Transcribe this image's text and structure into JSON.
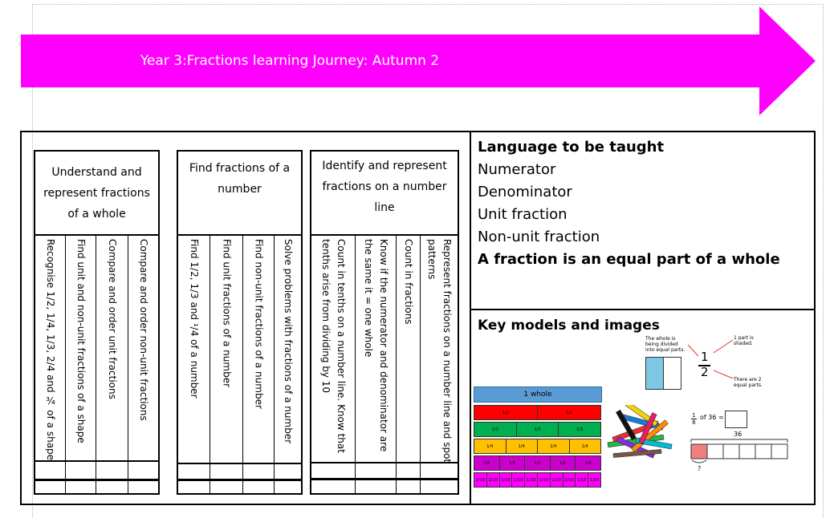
{
  "banner": {
    "title": "Year 3:Fractions learning Journey: Autumn 2",
    "color": "#ff00ff"
  },
  "blocks": [
    {
      "heading": "Understand and represent fractions of a whole",
      "columns": [
        "Recognise 1/2, 1/4, 1/3, 2/4 and ¾ of a shape",
        "Find unit and non-unit fractions of a shape",
        "Compare and order unit fractions",
        "Compare and order non-unit fractions"
      ]
    },
    {
      "heading": "Find fractions of a number",
      "columns": [
        "Find 1/2, 1/3 and ¹/4 of a number",
        "Find unit fractions of a number",
        "Find non-unit fractions of a number",
        "Solve problems with fractions of a number"
      ]
    },
    {
      "heading": "Identify and represent fractions on a number line",
      "columns": [
        "Count in tenths on a number line. Know that tenths arise from dividing by 10",
        "Know if the numerator and denominator are the same it = one whole",
        "Count in fractions",
        "Represent fractions on a number line and spot patterns"
      ]
    }
  ],
  "language": {
    "heading": "Language to be taught",
    "terms": [
      "Numerator",
      "Denominator",
      "Unit fraction",
      "Non-unit fraction"
    ],
    "statement": "A fraction is an equal part of a whole"
  },
  "models": {
    "heading": "Key models and images",
    "fraction_wall": {
      "whole_label": "1 whole",
      "rows": [
        {
          "label": "1/2",
          "parts": 2,
          "color": "#ff0000"
        },
        {
          "label": "1/3",
          "parts": 3,
          "color": "#00b050"
        },
        {
          "label": "1/4",
          "parts": 4,
          "color": "#ffc000"
        },
        {
          "label": "1/5",
          "parts": 5,
          "color": "#cc00cc"
        },
        {
          "label": "1/10",
          "parts": 10,
          "color": "#ff00ff"
        }
      ],
      "whole_color": "#5b9bd5"
    },
    "annotated_fraction": {
      "note_left": "The whole is being divided into equal parts.",
      "note_top": "1 part is shaded.",
      "note_bottom": "There are 2 equal parts.",
      "numerator": "1",
      "denominator": "2"
    },
    "bar_model": {
      "question": "of 36 =",
      "fraction_num": "1",
      "fraction_den": "6",
      "total": "36",
      "unknown": "?"
    }
  }
}
